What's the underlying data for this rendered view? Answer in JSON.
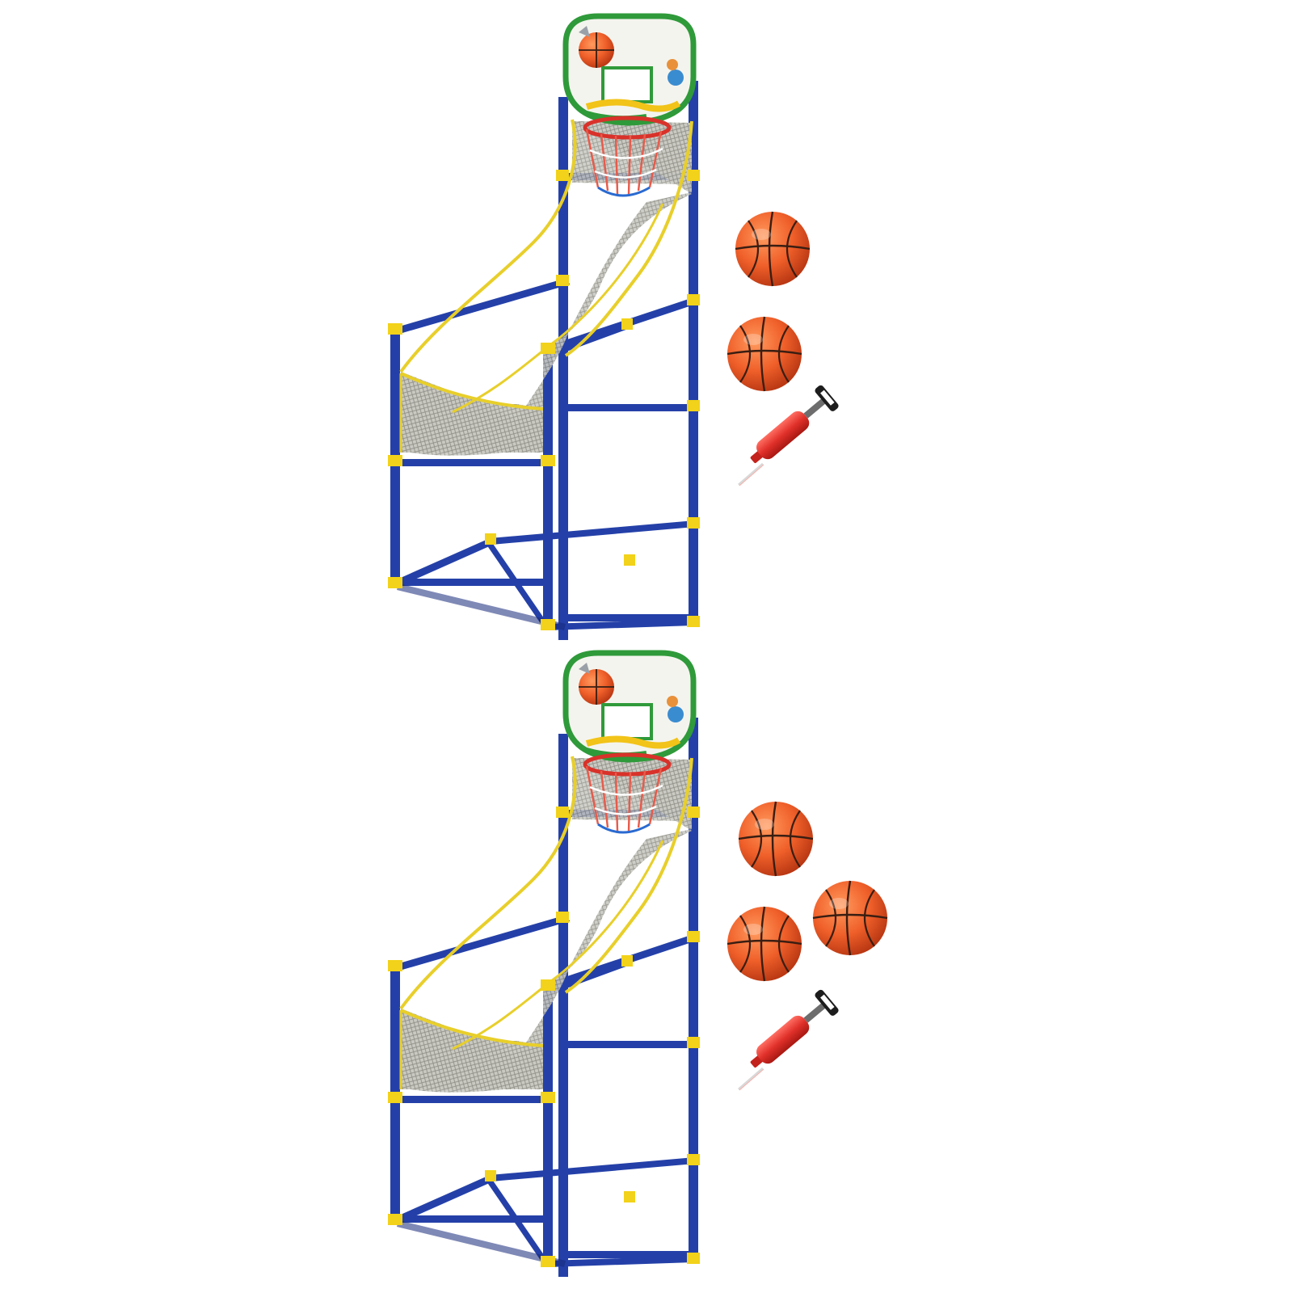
{
  "scene": {
    "subject": "kids-arcade-basketball-set",
    "background_color": "#ffffff"
  },
  "colors": {
    "frame_blue": "#2440a8",
    "frame_blue_dark": "#16287a",
    "connector_yellow": "#f2d21a",
    "net_trim_yellow": "#e8cf2a",
    "net_mesh_grey": "#b9b9b2",
    "backboard_green": "#2f9a3a",
    "rim_red": "#d8322a",
    "ball_orange": "#f0602a",
    "ball_seam_dark": "#3a1e12",
    "pump_red": "#e0302a",
    "pump_handle_black": "#1d1d1d"
  },
  "sets": [
    {
      "id": "set-1",
      "ball_count": 2,
      "items": [
        "arcade-basketball-stand",
        "basketball",
        "basketball",
        "hand-pump"
      ]
    },
    {
      "id": "set-2",
      "ball_count": 3,
      "items": [
        "arcade-basketball-stand",
        "basketball",
        "basketball",
        "basketball",
        "hand-pump"
      ]
    }
  ],
  "icons": {
    "stand": "arcade-stand-icon",
    "ball": "basketball-icon",
    "pump": "hand-pump-icon"
  }
}
